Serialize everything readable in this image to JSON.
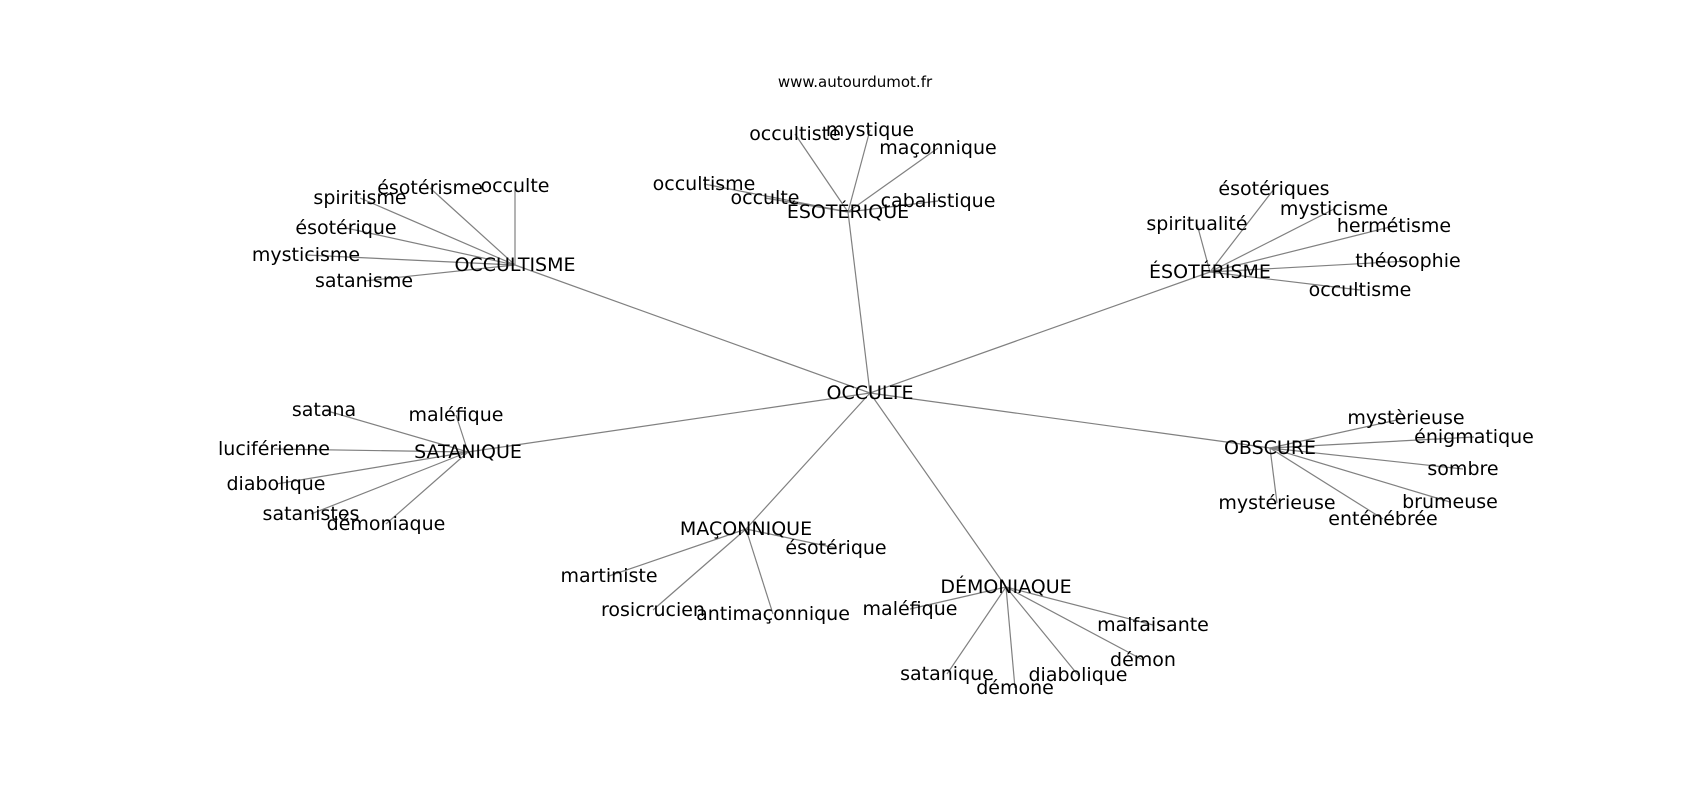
{
  "source": "www.autourdumot.fr",
  "colors": {
    "edge": "#808080",
    "text": "#000000",
    "background": "#ffffff"
  },
  "center": "OCCULTE",
  "clusters": [
    {
      "hub": "ÉSOTÉRIQUE",
      "leaves": [
        "occultiste",
        "mystique",
        "maçonnique",
        "occultisme",
        "occulte",
        "cabalistique"
      ]
    },
    {
      "hub": "OCCULTISME",
      "leaves": [
        "spiritisme",
        "ésotérisme",
        "occulte",
        "ésotérique",
        "mysticisme",
        "satanisme"
      ]
    },
    {
      "hub": "ÉSOTÉRISME",
      "leaves": [
        "ésotériques",
        "mysticisme",
        "spiritualité",
        "hermétisme",
        "théosophie",
        "occultisme"
      ]
    },
    {
      "hub": "SATANIQUE",
      "leaves": [
        "satana",
        "maléfique",
        "luciférienne",
        "diabolique",
        "satanistes",
        "démoniaque"
      ]
    },
    {
      "hub": "OBSCURE",
      "leaves": [
        "mystèrieuse",
        "énigmatique",
        "sombre",
        "mystérieuse",
        "brumeuse",
        "enténébrée"
      ]
    },
    {
      "hub": "MAÇONNIQUE",
      "leaves": [
        "ésotérique",
        "martiniste",
        "rosicrucien",
        "antimaçonnique"
      ]
    },
    {
      "hub": "DÉMONIAQUE",
      "leaves": [
        "maléfique",
        "malfaisante",
        "démon",
        "satanique",
        "démone",
        "diabolique"
      ]
    }
  ]
}
